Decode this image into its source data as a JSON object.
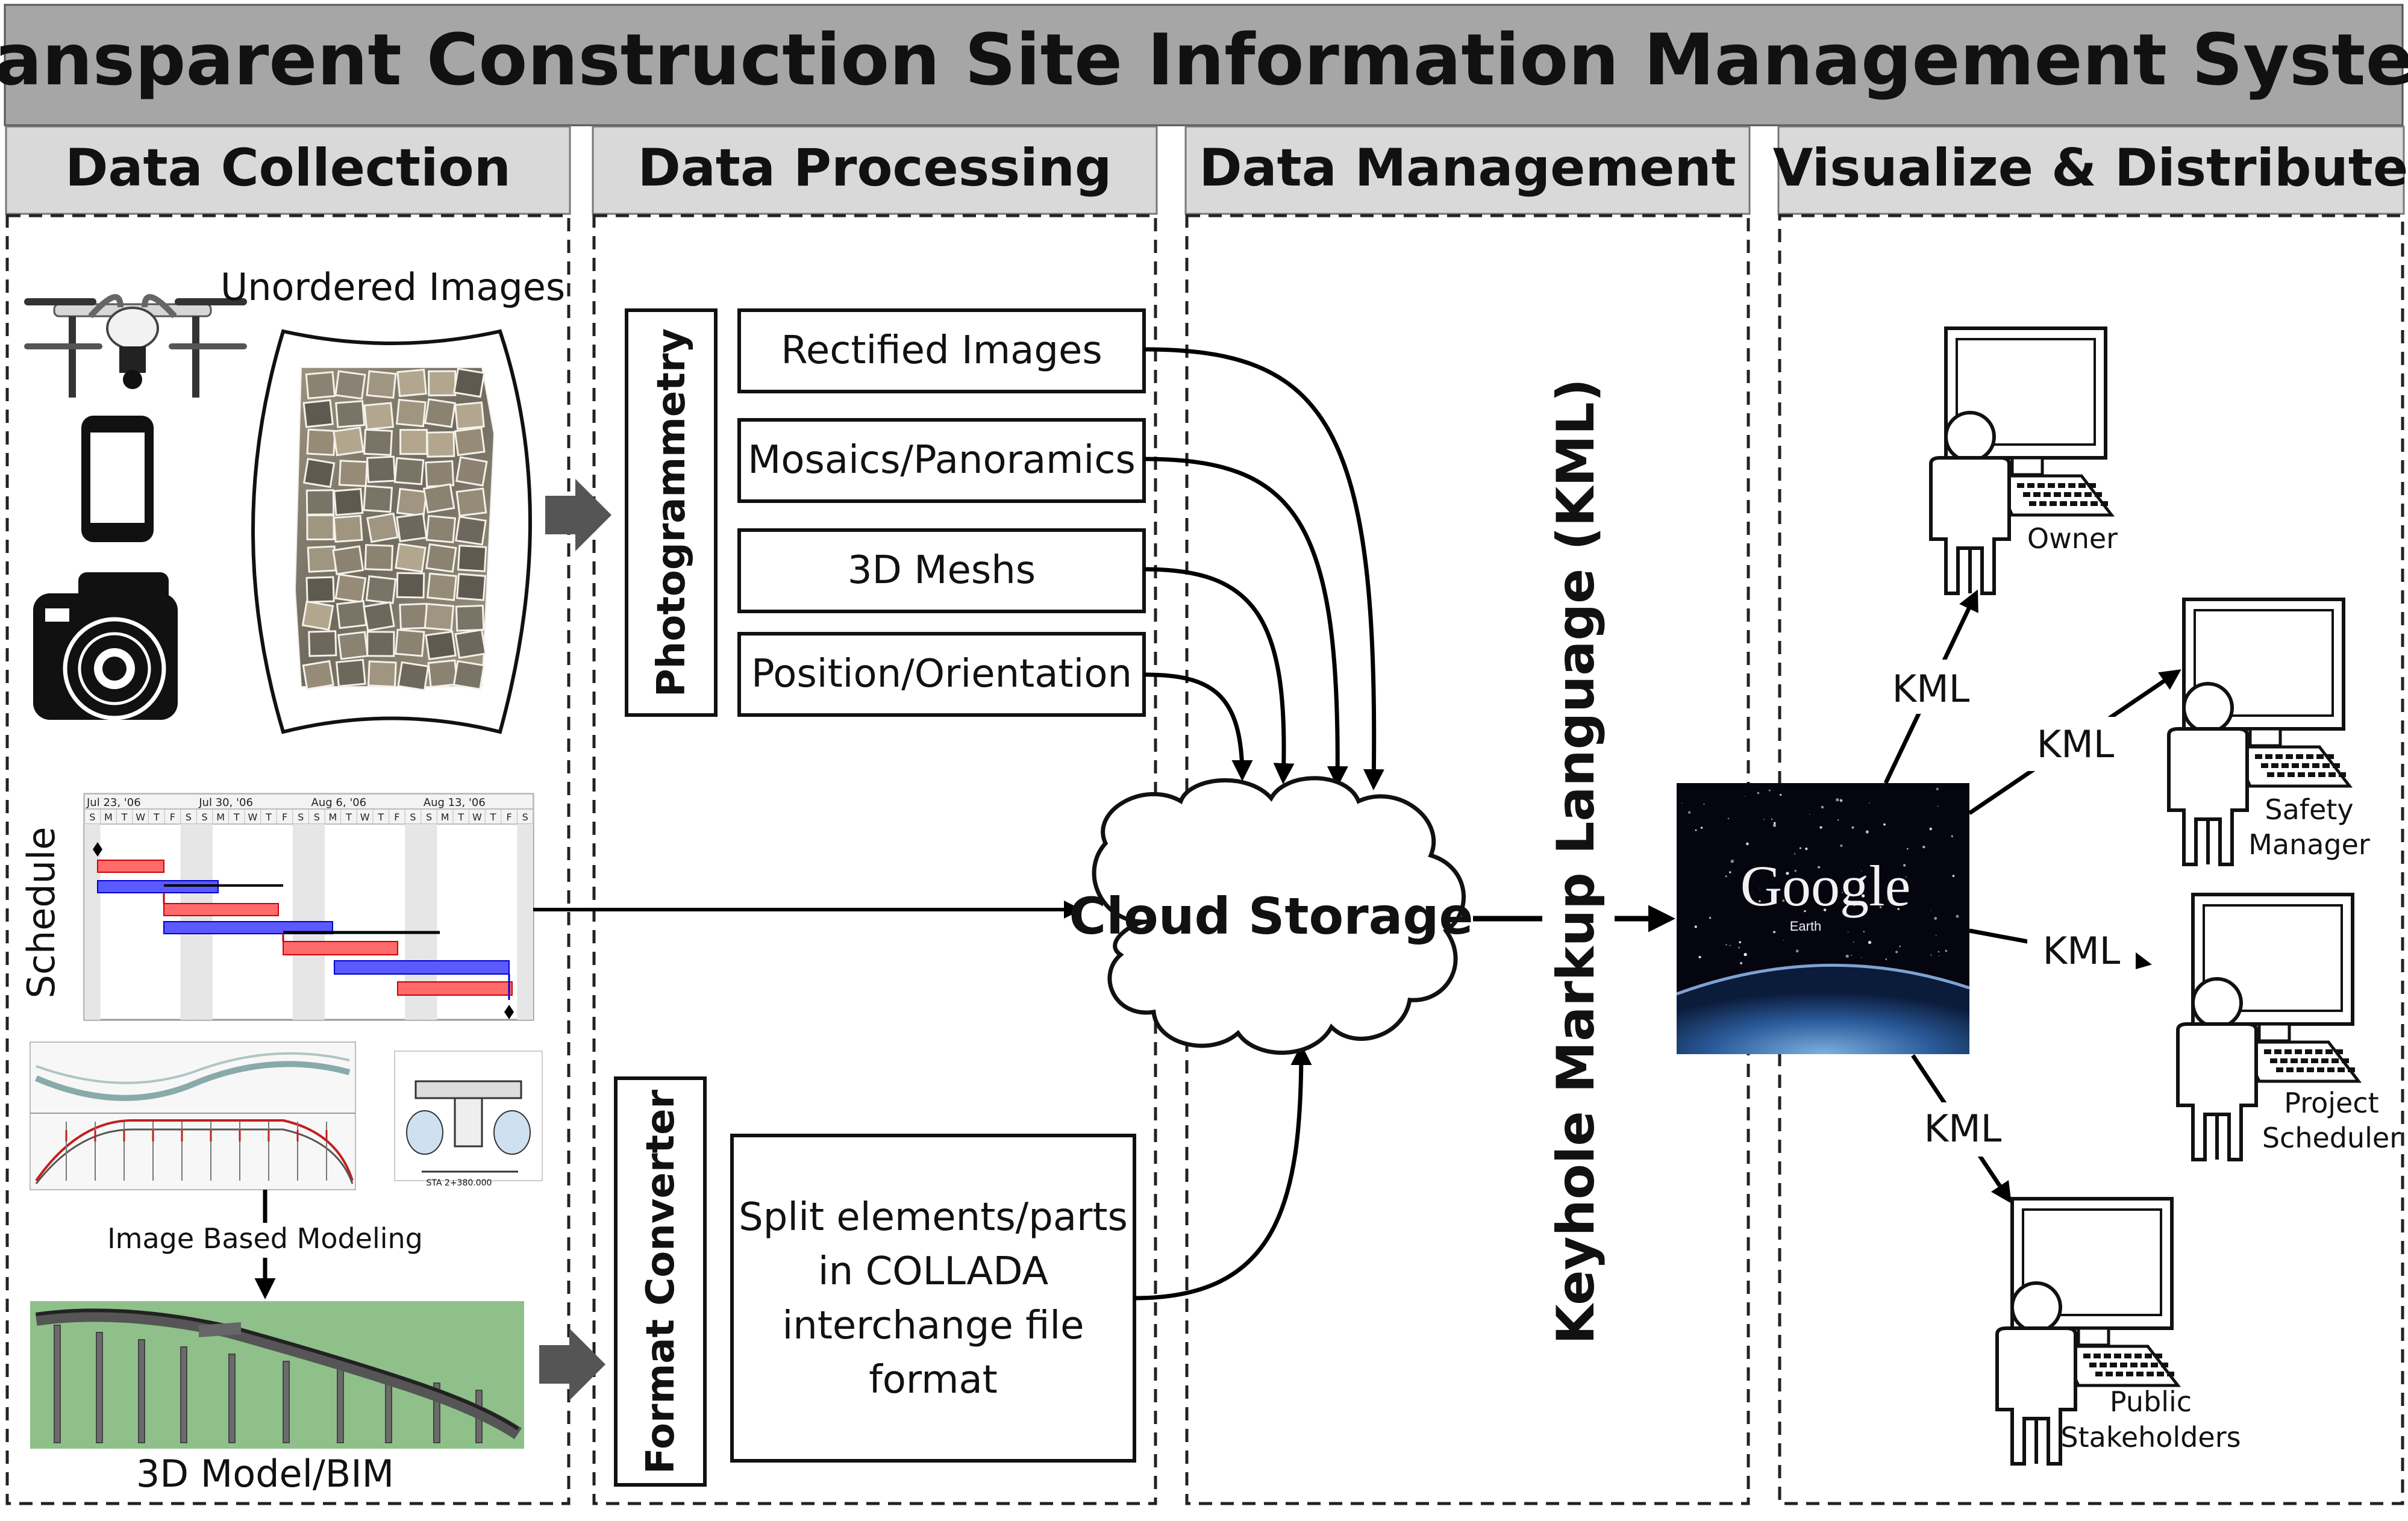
{
  "title": "Transparent Construction Site Information Management System",
  "columns": {
    "collection": "Data Collection",
    "processing": "Data Processing",
    "management": "Data Management",
    "distribute": "Visualize & Distribute"
  },
  "collection": {
    "unordered_images": "Unordered Images",
    "schedule": "Schedule",
    "gantt_dates": [
      "Jul 23, '06",
      "Jul 30, '06",
      "Aug 6, '06",
      "Aug 13, '06"
    ],
    "gantt_days": [
      "S",
      "M",
      "T",
      "W",
      "T",
      "F",
      "S",
      "S",
      "M",
      "T",
      "W",
      "T",
      "F",
      "S",
      "S",
      "M",
      "T",
      "W",
      "T",
      "F",
      "S",
      "S",
      "M",
      "T",
      "W",
      "T",
      "F",
      "S"
    ],
    "image_based_modeling": "Image Based Modeling",
    "model_bim": "3D Model/BIM",
    "drawing_label": "STA 2+380.000"
  },
  "processing": {
    "photogrammetry": "Photogrammetry",
    "outputs": [
      "Rectified Images",
      "Mosaics/Panoramics",
      "3D Meshs",
      "Position/Orientation"
    ],
    "format_converter": "Format Converter",
    "split_lines": [
      "Split elements/parts",
      "in COLLADA",
      "interchange file",
      "format"
    ]
  },
  "management": {
    "cloud_storage": "Cloud Storage",
    "kml_vertical": "Keyhole Markup Language (KML)"
  },
  "distribute": {
    "google_logo": "Google",
    "google_sub": "Earth",
    "kml_tag": "KML",
    "owner": "Owner",
    "safety_manager": [
      "Safety",
      "Manager"
    ],
    "project_scheduler": [
      "Project",
      "Scheduler"
    ],
    "public_stakeholders": [
      "Public",
      "Stakeholders"
    ]
  }
}
